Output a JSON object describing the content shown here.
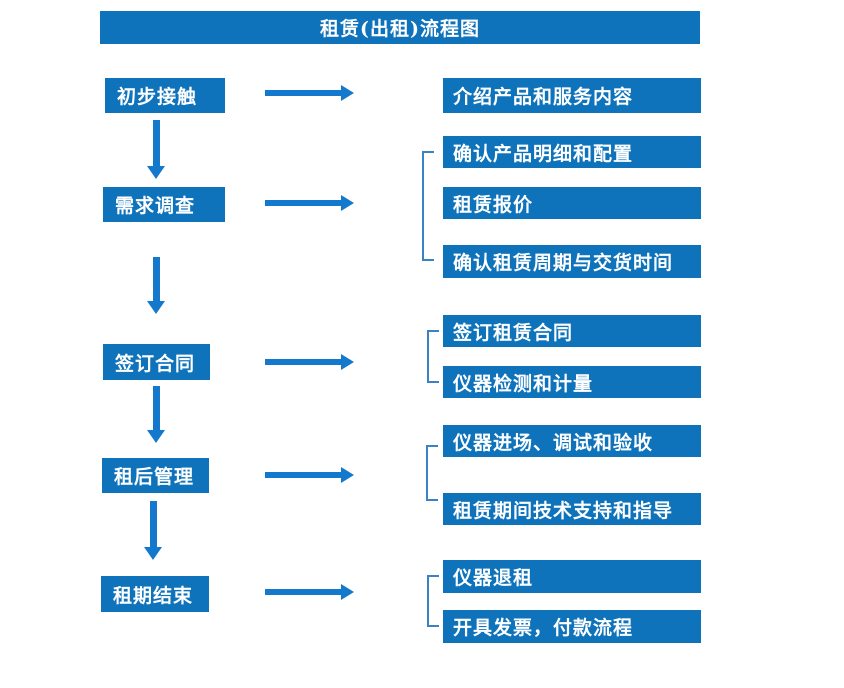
{
  "title": "租赁(出租)流程图",
  "colors": {
    "box_blue": "#0f73bb",
    "arrow_blue": "#1478cd",
    "bracket_blue": "#3b82c4",
    "text_white": "#ffffff",
    "background": "#ffffff"
  },
  "stages": [
    {
      "label": "初步接触",
      "details": [
        "介绍产品和服务内容"
      ]
    },
    {
      "label": "需求调查",
      "details": [
        "确认产品明细和配置",
        "租赁报价",
        "确认租赁周期与交货时间"
      ]
    },
    {
      "label": "签订合同",
      "details": [
        "签订租赁合同",
        "仪器检测和计量"
      ]
    },
    {
      "label": "租后管理",
      "details": [
        "仪器进场、调试和验收",
        "租赁期间技术支持和指导"
      ]
    },
    {
      "label": "租期结束",
      "details": [
        "仪器退租",
        "开具发票，付款流程"
      ]
    }
  ]
}
